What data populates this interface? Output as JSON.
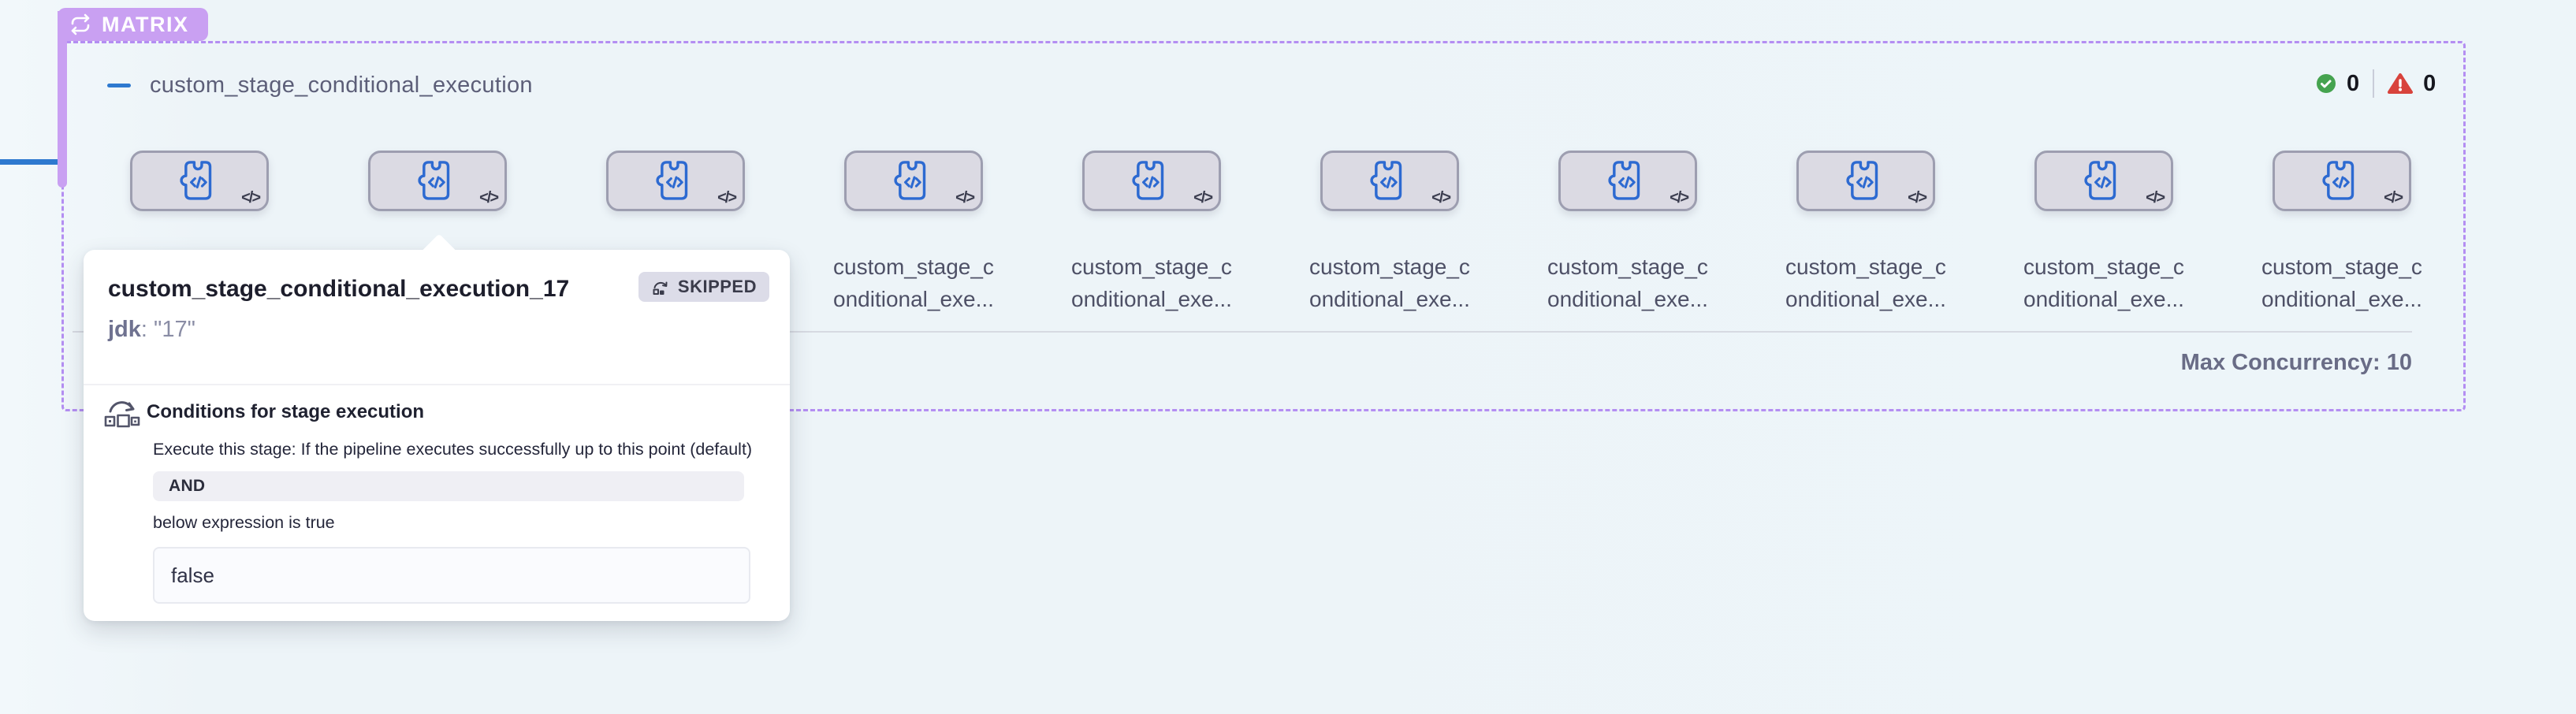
{
  "matrix_block": {
    "badge": "MATRIX",
    "title": "custom_stage_conditional_execution",
    "success_count": "0",
    "error_count": "0",
    "max_concurrency": "Max Concurrency: 10"
  },
  "stages": {
    "count": 10,
    "label_line1": "custom_stage_c",
    "label_line2": "onditional_exe...",
    "code_glyph": "</>"
  },
  "popover": {
    "title": "custom_stage_conditional_execution_17",
    "status": "SKIPPED",
    "variable_name": "jdk",
    "variable_value": ": \"17\"",
    "conditions_heading": "Conditions for stage execution",
    "conditions_description": "Execute this stage: If the pipeline executes successfully up to this point (default)",
    "operator": "AND",
    "expression_caption": "below expression is true",
    "expression_value": "false"
  },
  "colors": {
    "matrix_purple": "#c9a0f2",
    "dashed_border": "#b48ef2",
    "stage_icon_blue": "#2d6ad1",
    "connector_blue": "#2e79cf",
    "success_green": "#45a34f",
    "error_red": "#d8433c"
  }
}
